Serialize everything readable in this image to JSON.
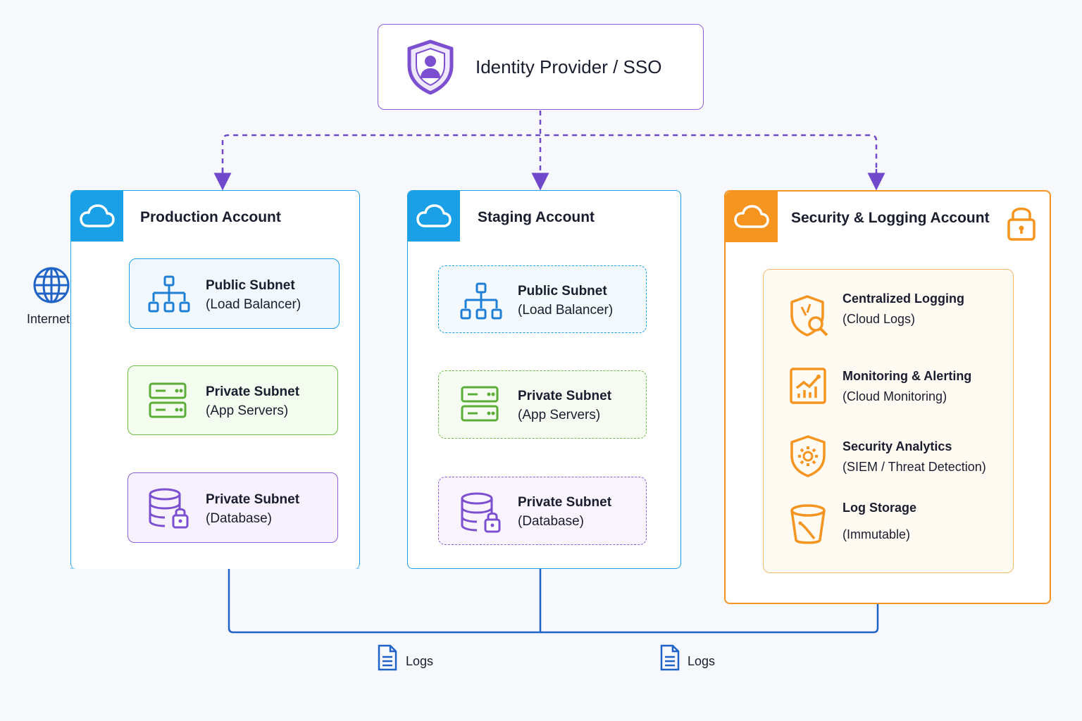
{
  "idp": {
    "title": "Identity Provider / SSO"
  },
  "internet": {
    "label": "Internet"
  },
  "production": {
    "title": "Production Account",
    "public": {
      "name": "Public Subnet",
      "role": "(Load Balancer)"
    },
    "app": {
      "name": "Private Subnet",
      "role": "(App Servers)"
    },
    "db": {
      "name": "Private Subnet",
      "role": "(Database)"
    }
  },
  "staging": {
    "title": "Staging Account",
    "public": {
      "name": "Public Subnet",
      "role": "(Load Balancer)"
    },
    "app": {
      "name": "Private Subnet",
      "role": "(App Servers)"
    },
    "db": {
      "name": "Private Subnet",
      "role": "(Database)"
    }
  },
  "security": {
    "title": "Security & Logging Account",
    "items": [
      {
        "name": "Centralized Logging",
        "detail": "(Cloud Logs)",
        "icon": "shield-search-icon"
      },
      {
        "name": "Monitoring & Alerting",
        "detail": "(Cloud Monitoring)",
        "icon": "chart-icon"
      },
      {
        "name": "Security Analytics",
        "detail": "(SIEM / Threat Detection)",
        "icon": "shield-gear-icon"
      },
      {
        "name": "Log Storage",
        "detail": "(Immutable)",
        "icon": "bucket-icon"
      }
    ]
  },
  "flows": [
    {
      "label": "Logs"
    },
    {
      "label": "Logs"
    }
  ],
  "colors": {
    "purple": "#7b4fd0",
    "blue": "#1aa0e6",
    "orange": "#f5941e",
    "green": "#6cbd45",
    "link": "#1f63c7"
  }
}
